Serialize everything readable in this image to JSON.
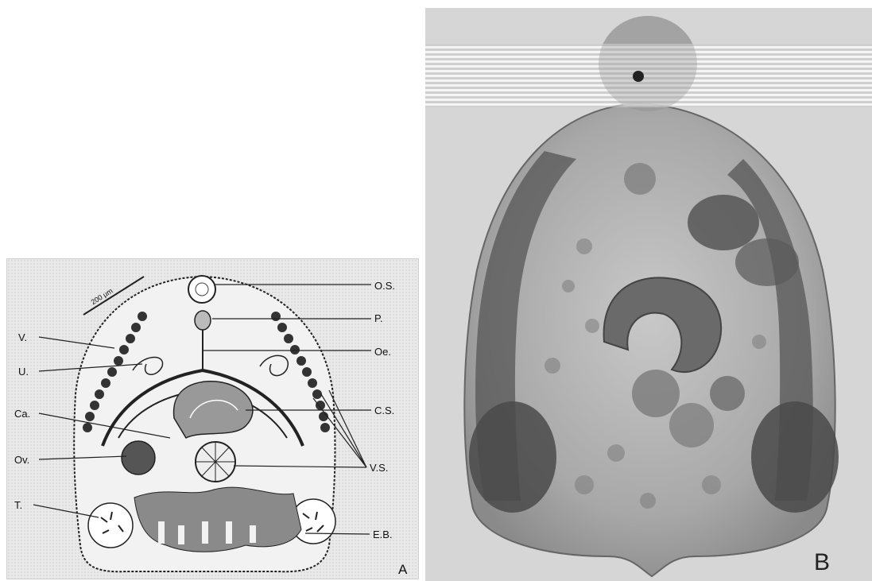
{
  "panel_a": {
    "letter": "A",
    "scale_bar_label": "200 μm",
    "labels": {
      "os": "O.S.",
      "p": "P.",
      "oe": "Oe.",
      "cs": "C.S.",
      "vs": "V.S.",
      "eb": "E.B.",
      "v": "V.",
      "u": "U.",
      "ca": "Ca.",
      "ov": "Ov.",
      "t": "T."
    }
  },
  "panel_b": {
    "letter": "B"
  }
}
